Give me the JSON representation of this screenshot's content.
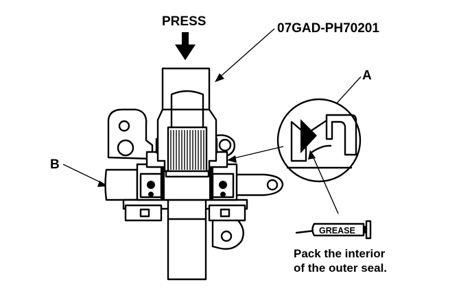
{
  "labels": {
    "press": "PRESS",
    "tool": "07GAD-PH70201",
    "a": "A",
    "b": "B",
    "grease": "GREASE"
  },
  "caption": {
    "line1": "Pack the interior",
    "line2": "of the outer seal."
  }
}
